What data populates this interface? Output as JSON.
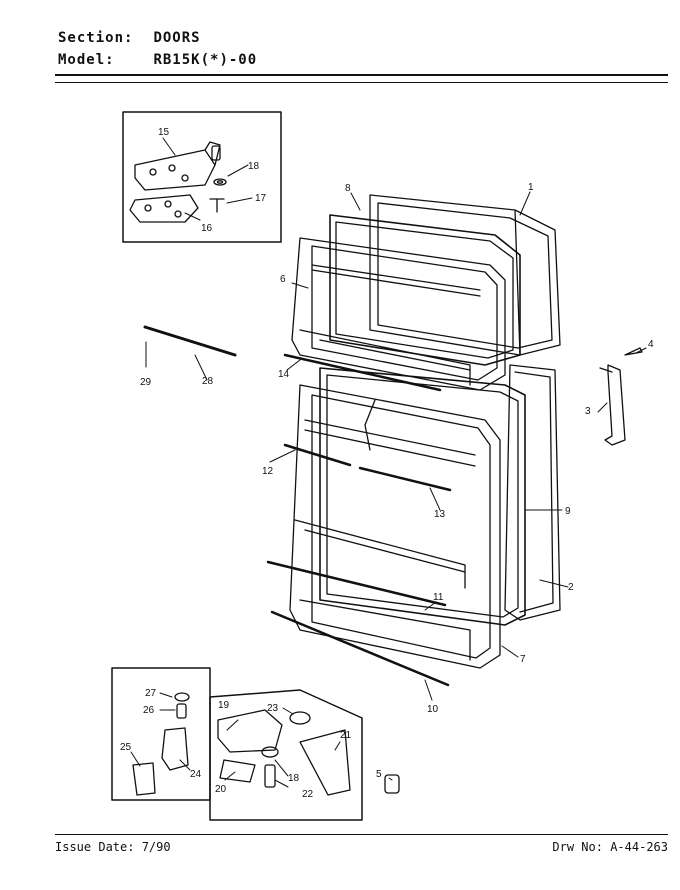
{
  "header": {
    "section_label": "Section:",
    "section_value": "DOORS",
    "model_label": "Model:",
    "model_value": "RB15K(*)-00"
  },
  "footer": {
    "issue_date": "Issue Date: 7/90",
    "drawing_no": "Drw No: A-44-263"
  },
  "callouts": [
    "1",
    "2",
    "3",
    "4",
    "5",
    "6",
    "7",
    "8",
    "9",
    "10",
    "11",
    "12",
    "13",
    "14",
    "15",
    "16",
    "17",
    "18",
    "18",
    "19",
    "20",
    "21",
    "22",
    "23",
    "24",
    "25",
    "26",
    "27",
    "28",
    "29"
  ]
}
